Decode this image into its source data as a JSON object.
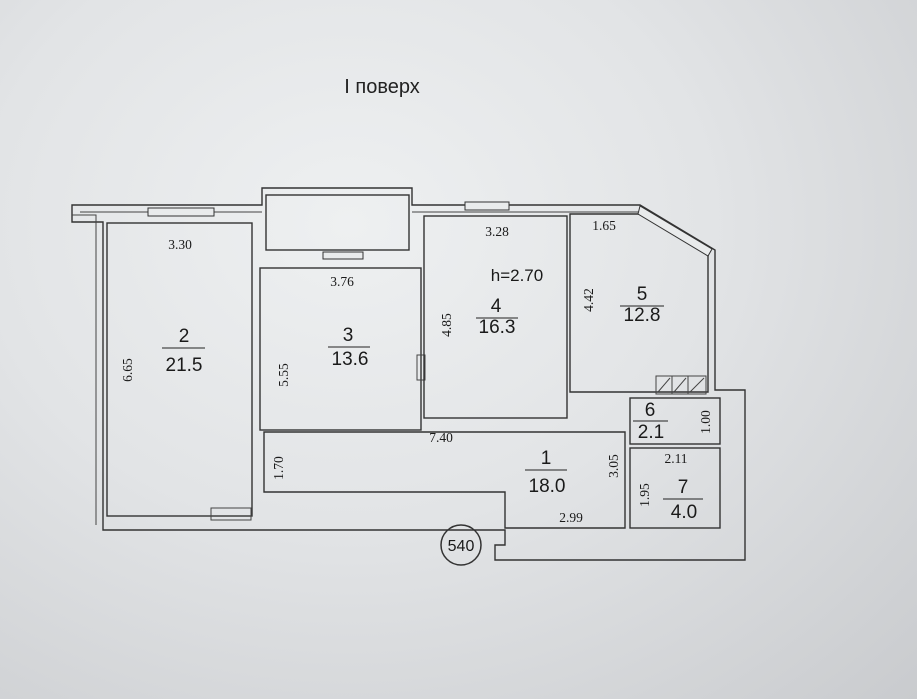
{
  "title": "I поверх",
  "ceiling_height": "h=2.70",
  "apartment_number": "540",
  "rooms": [
    {
      "number": "1",
      "area": "18.0"
    },
    {
      "number": "2",
      "area": "21.5"
    },
    {
      "number": "3",
      "area": "13.6"
    },
    {
      "number": "4",
      "area": "16.3"
    },
    {
      "number": "5",
      "area": "12.8"
    },
    {
      "number": "6",
      "area": "2.1"
    },
    {
      "number": "7",
      "area": "4.0"
    }
  ],
  "dimensions": {
    "room2_width": "3.30",
    "room2_length": "6.65",
    "room3_width": "3.76",
    "room3_length": "5.55",
    "room4_width": "3.28",
    "room4_length": "4.85",
    "room5_width": "1.65",
    "room5_length": "4.42",
    "room1_length": "7.40",
    "room1_width_left": "1.70",
    "room1_width_right": "3.05",
    "room1_bottom": "2.99",
    "room6_width": "1.00",
    "room7_width": "2.11",
    "room7_length": "1.95"
  }
}
